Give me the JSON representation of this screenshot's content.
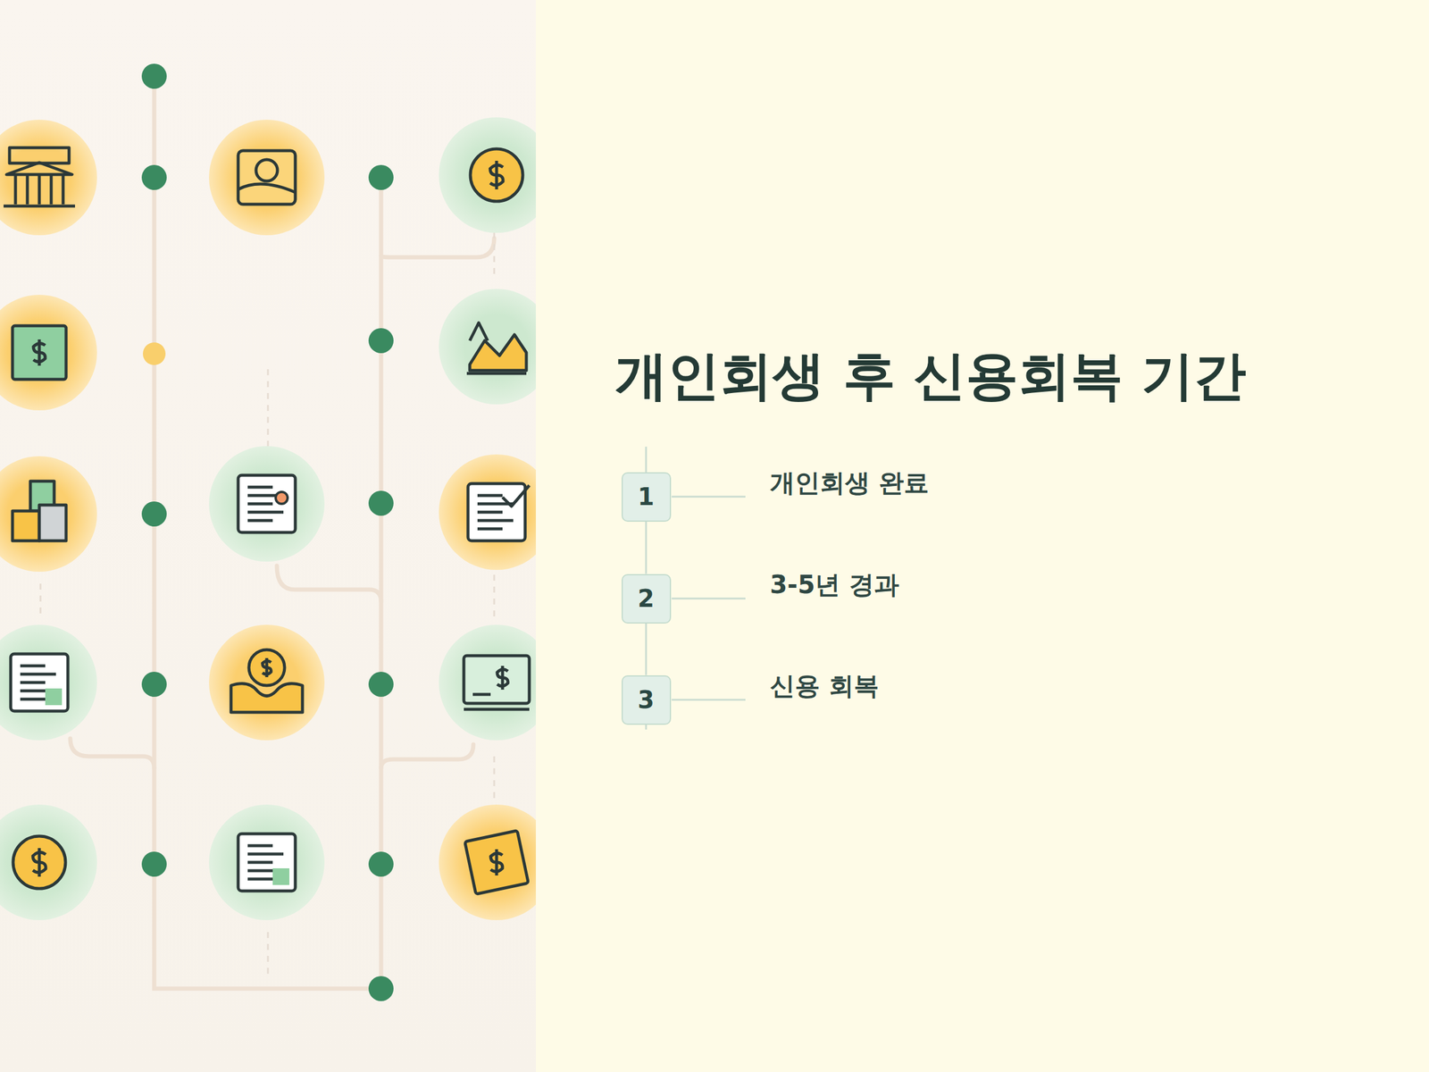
{
  "diagram": {
    "title": "개인회생 후 신용회복 기간",
    "nodes": [
      {
        "text": [
          "1"
        ]
      },
      {
        "text": [
          "2"
        ]
      },
      {
        "text": [
          "3"
        ]
      }
    ],
    "edges": [
      {
        "from": 0,
        "to": 1,
        "arrow": "none"
      },
      {
        "from": 1,
        "to": 2,
        "arrow": "none"
      }
    ],
    "labels": [
      "개인회생 완료",
      "3-5년 경과",
      "신용 회복"
    ]
  }
}
